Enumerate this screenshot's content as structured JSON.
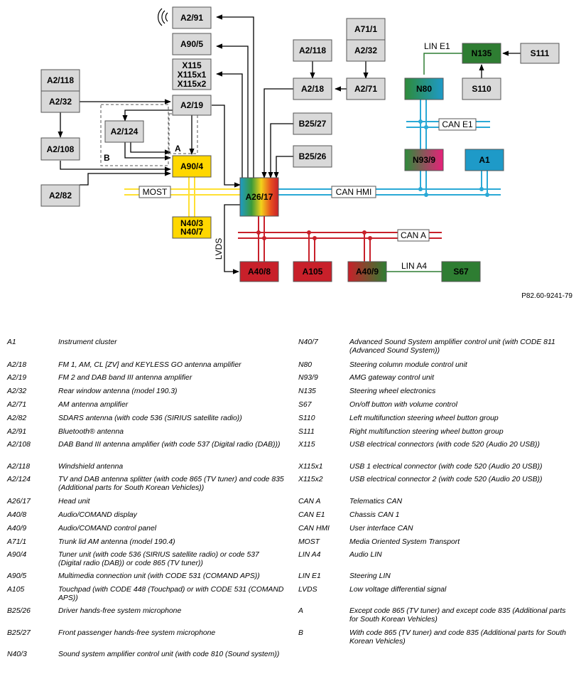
{
  "diagram": {
    "boxes": {
      "a2_91": "A2/91",
      "a90_5": "A90/5",
      "x115_1": "X115",
      "x115_2": "X115x1",
      "x115_3": "X115x2",
      "a2_118_left": "A2/118",
      "a2_32_left": "A2/32",
      "a2_19": "A2/19",
      "a2_124": "A2/124",
      "a2_108": "A2/108",
      "a90_4": "A90/4",
      "a2_82": "A2/82",
      "n40_3": "N40/3",
      "n40_7": "N40/7",
      "a26_17": "A26/17",
      "a71_1": "A71/1",
      "a2_32_right": "A2/32",
      "a2_118_right": "A2/118",
      "a2_18": "A2/18",
      "a2_71": "A2/71",
      "b25_27": "B25/27",
      "b25_26": "B25/26",
      "n135": "N135",
      "s111": "S111",
      "n80": "N80",
      "s110": "S110",
      "n93_9": "N93/9",
      "a1": "A1",
      "a40_8": "A40/8",
      "a105": "A105",
      "a40_9": "A40/9",
      "s67": "S67"
    },
    "buses": {
      "most": "MOST",
      "can_hmi": "CAN HMI",
      "can_a": "CAN A",
      "can_e1": "CAN E1",
      "lin_e1": "LIN E1",
      "lin_a4": "LIN A4",
      "lvds": "LVDS"
    },
    "markers": {
      "a": "A",
      "b": "B"
    },
    "colors": {
      "gray_box": "#d9d9d9",
      "yellow": "#ffd700",
      "red": "#c8202a",
      "green": "#2e7d32",
      "blue": "#1e9ac8",
      "can_hmi_line": "#2aa9d6",
      "can_a_line": "#c8202a",
      "most_line": "#ffe033",
      "lin_line": "#2e7d32"
    },
    "figure_ref": "P82.60-9241-79"
  },
  "legend": {
    "left": [
      {
        "code": "A1",
        "desc": "Instrument cluster"
      },
      {
        "code": "A2/18",
        "desc": "FM 1, AM, CL [ZV] and KEYLESS GO antenna amplifier"
      },
      {
        "code": "A2/19",
        "desc": "FM 2 and DAB band III antenna amplifier"
      },
      {
        "code": "A2/32",
        "desc": "Rear window antenna (model 190.3)"
      },
      {
        "code": "A2/71",
        "desc": "AM antenna amplifier"
      },
      {
        "code": "A2/82",
        "desc": "SDARS antenna (with code 536 (SIRIUS satellite radio))"
      },
      {
        "code": "A2/91",
        "desc": "Bluetooth® antenna"
      },
      {
        "code": "A2/108",
        "desc": "DAB Band III antenna amplifier (with code 537 (Digital radio (DAB)))"
      },
      {
        "code": "A2/118",
        "desc": "Windshield antenna"
      },
      {
        "code": "A2/124",
        "desc": "TV and DAB antenna splitter (with code 865 (TV tuner) and code 835 (Additional parts for South Korean Vehicles))"
      },
      {
        "code": "A26/17",
        "desc": "Head unit"
      },
      {
        "code": "A40/8",
        "desc": "Audio/COMAND display"
      },
      {
        "code": "A40/9",
        "desc": "Audio/COMAND control panel"
      },
      {
        "code": "A71/1",
        "desc": "Trunk lid AM antenna (model 190.4)"
      },
      {
        "code": "A90/4",
        "desc": "Tuner unit (with code 536 (SIRIUS satellite radio) or code 537 (Digital radio (DAB)) or code 865 (TV tuner))"
      },
      {
        "code": "A90/5",
        "desc": "Multimedia connection unit (with CODE 531 (COMAND APS))"
      },
      {
        "code": "A105",
        "desc": "Touchpad (with CODE 448 (Touchpad) or with CODE 531 (COMAND APS))"
      },
      {
        "code": "B25/26",
        "desc": "Driver hands-free system microphone"
      },
      {
        "code": "B25/27",
        "desc": "Front passenger hands-free system microphone"
      },
      {
        "code": "N40/3",
        "desc": "Sound system amplifier control unit (with code 810 (Sound system))"
      }
    ],
    "right": [
      {
        "code": "N40/7",
        "desc": "Advanced Sound System amplifier control unit (with CODE 811 (Advanced Sound System))"
      },
      {
        "code": "N80",
        "desc": "Steering column module control unit"
      },
      {
        "code": "N93/9",
        "desc": "AMG gateway control unit"
      },
      {
        "code": "N135",
        "desc": "Steering wheel electronics"
      },
      {
        "code": "S67",
        "desc": "On/off button with volume control"
      },
      {
        "code": "S110",
        "desc": "Left multifunction steering wheel button group"
      },
      {
        "code": "S111",
        "desc": "Right multifunction steering wheel button group"
      },
      {
        "code": "X115",
        "desc": "USB electrical connectors (with code 520 (Audio 20 USB))"
      },
      {
        "code": "X115x1",
        "desc": "USB 1 electrical connector (with code 520 (Audio 20 USB))"
      },
      {
        "code": "X115x2",
        "desc": "USB electrical connector 2 (with code 520 (Audio 20 USB))"
      },
      {
        "code": "CAN A",
        "desc": "Telematics CAN"
      },
      {
        "code": "CAN E1",
        "desc": "Chassis CAN 1"
      },
      {
        "code": "CAN HMI",
        "desc": "User interface CAN"
      },
      {
        "code": "MOST",
        "desc": "Media Oriented System Transport"
      },
      {
        "code": "LIN A4",
        "desc": "Audio LIN"
      },
      {
        "code": "LIN E1",
        "desc": "Steering LIN"
      },
      {
        "code": "LVDS",
        "desc": "Low voltage differential signal"
      },
      {
        "code": "A",
        "desc": "Except code 865 (TV tuner) and except code 835 (Additional parts for South Korean Vehicles)"
      },
      {
        "code": "B",
        "desc": "With code 865 (TV tuner) and code 835 (Additional parts for South Korean Vehicles)"
      }
    ]
  }
}
